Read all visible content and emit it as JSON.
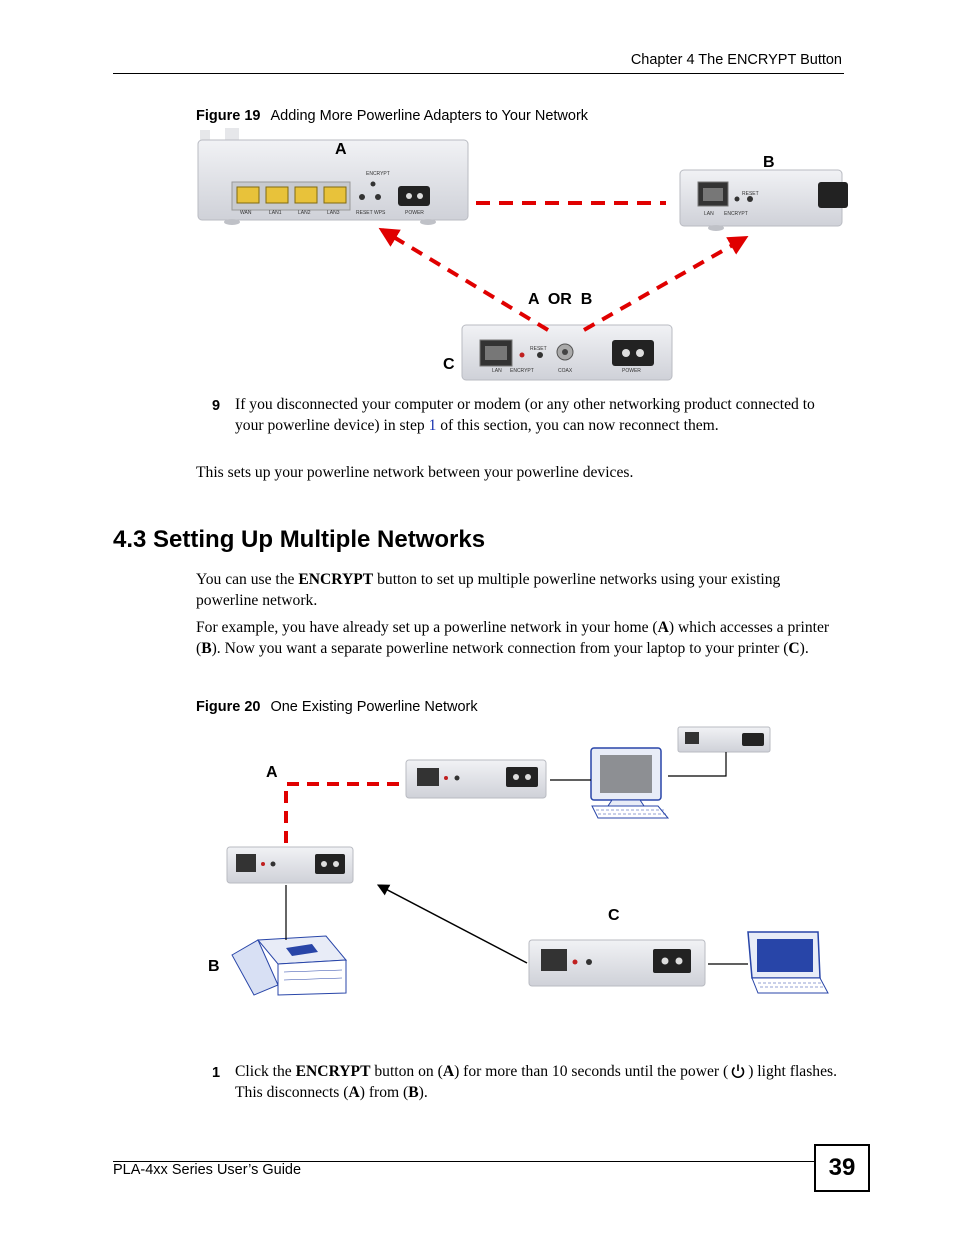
{
  "header": {
    "chapter": "Chapter 4 The ENCRYPT Button"
  },
  "figure19": {
    "label": "Figure 19",
    "caption": "Adding More Powerline Adapters to Your Network",
    "labels": {
      "a": "A",
      "b": "B",
      "a_or_b": "A  OR  B",
      "c": "C"
    },
    "device_texts": {
      "router_ports": [
        "WAN",
        "LAN1",
        "LAN2",
        "LAN3",
        "RESET",
        "WPS",
        "POWER"
      ],
      "router_encrypt": "ENCRYPT",
      "lan": "LAN",
      "encrypt": "ENCRYPT",
      "reset": "RESET",
      "coax": "COAX",
      "power": "POWER"
    }
  },
  "step9": {
    "number": "9",
    "text_before": "If you disconnected your computer or modem (or any other networking product connected to your powerline device) in step ",
    "link": "1",
    "text_after": " of this section, you can now reconnect them."
  },
  "summary": "This sets up your powerline network between your powerline devices.",
  "section": {
    "title": "4.3  Setting Up Multiple Networks"
  },
  "para1": {
    "t1": "You can use the ",
    "b1": "ENCRYPT",
    "t2": " button to set up multiple powerline networks using your existing powerline network."
  },
  "para2": {
    "t1": "For example, you have already set up a powerline network in your home (",
    "b1": "A",
    "t2": ") which accesses a printer (",
    "b2": "B",
    "t3": "). Now you want a separate powerline network connection from your laptop to your printer (",
    "b3": "C",
    "t4": ")."
  },
  "figure20": {
    "label": "Figure 20",
    "caption": "One Existing Powerline Network",
    "labels": {
      "a": "A",
      "b": "B",
      "c": "C"
    }
  },
  "step1": {
    "number": "1",
    "t1": "Click the ",
    "b1": "ENCRYPT",
    "t2": " button on (",
    "b2": "A",
    "t3": ") for more than 10 seconds until the power (",
    "t4": ") light flashes. This disconnects (",
    "b3": "A",
    "t5": ") from (",
    "b4": "B",
    "t6": ")."
  },
  "footer": {
    "guide": "PLA-4xx Series User’s Guide",
    "page": "39"
  },
  "colors": {
    "link_line": "#e00000",
    "device_body": "#dcdde2"
  }
}
